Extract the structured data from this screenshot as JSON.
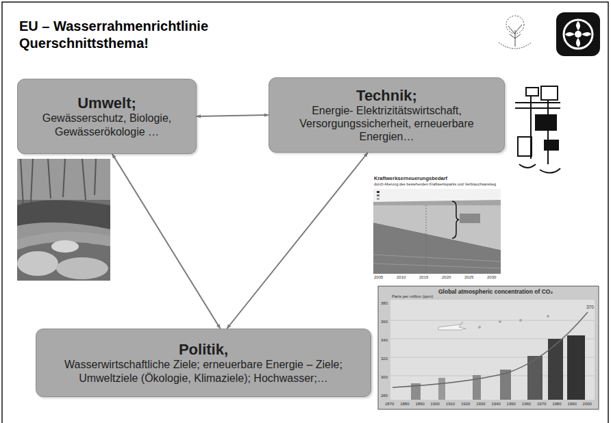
{
  "diagram": {
    "title": "EU – Wasserrahmenrichtlinie Querschnittsthema!",
    "nodes": [
      {
        "text": [
          "Umwelt;",
          "Gewässerschutz, Biologie, Gewässerökologie …"
        ]
      },
      {
        "text": [
          "Technik;",
          "Energie- Elektrizitätswirtschaft, Versorgungssicherheit, erneuerbare Energien…"
        ]
      },
      {
        "text": [
          "Politik,",
          "Wasserwirtschaftliche Ziele; erneuerbare Energie – Ziele; Umweltziele (Ökologie, Klimaziele); Hochwasser;…"
        ]
      }
    ],
    "edges": [
      {
        "from": 0,
        "to": 1,
        "arrow": "both"
      },
      {
        "from": 0,
        "to": 2,
        "arrow": "both"
      },
      {
        "from": 1,
        "to": 2,
        "arrow": "both"
      }
    ],
    "labels": [
      "Kraftwerkserneuerungsbedarf",
      "durch Alterung des bestehenden Kraftwerksparks und Verbrauchsanstieg",
      "2005",
      "2010",
      "2015",
      "2020",
      "2025",
      "2030",
      "Global atmospheric concentration of CO₂",
      "Parts per million (ppm)",
      "380",
      "360",
      "340",
      "320",
      "300",
      "280",
      "370",
      "1870",
      "1880",
      "1890",
      "1900",
      "1910",
      "1920",
      "1930",
      "1940",
      "1950",
      "1960",
      "1970",
      "1980",
      "1990",
      "2000"
    ]
  }
}
